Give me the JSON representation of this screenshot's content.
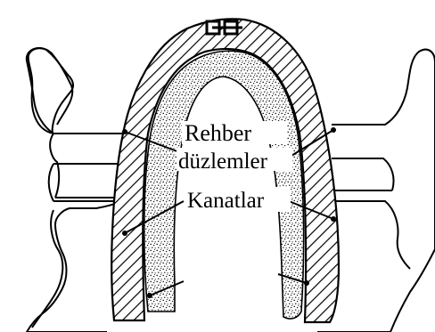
{
  "diagram": {
    "labels": {
      "guide_planes_line1": "Rehber",
      "guide_planes_line2": "düzlemler",
      "wings": "Kanatlar"
    },
    "colors": {
      "ink": "#000000",
      "background": "#ffffff"
    },
    "icons": {
      "clasp": "clasp-icon"
    }
  }
}
